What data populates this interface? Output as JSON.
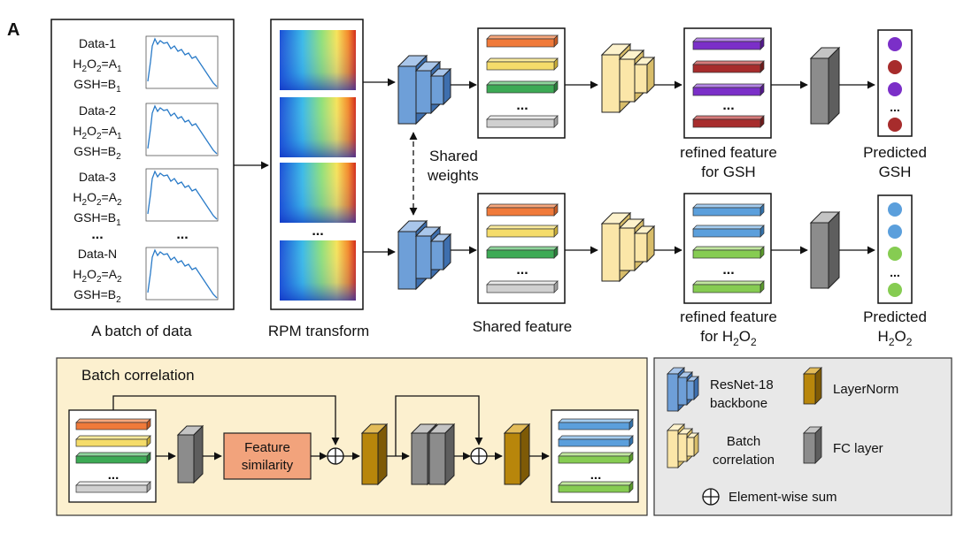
{
  "panel_label": "A",
  "data_items": [
    {
      "name": "Data-1",
      "h2o2_sub": "1",
      "gsh_sub": "1"
    },
    {
      "name": "Data-2",
      "h2o2_sub": "1",
      "gsh_sub": "2"
    },
    {
      "name": "Data-3",
      "h2o2_sub": "2",
      "gsh_sub": "1"
    },
    {
      "name": "Data-N",
      "h2o2_sub": "2",
      "gsh_sub": "2"
    }
  ],
  "data_ellipsis": "...",
  "labels": {
    "batch": "A batch of data",
    "rpm": "RPM transform",
    "shared_feature": "Shared feature",
    "shared_weights_1": "Shared",
    "shared_weights_2": "weights",
    "refined_gsh_1": "refined feature",
    "refined_gsh_2": "for GSH",
    "refined_h2o2_1": "refined feature",
    "refined_h2o2_2": "for H",
    "predicted": "Predicted",
    "gsh": "GSH",
    "h2o2": "H",
    "ellipsis": "..."
  },
  "batch_correlation": {
    "title": "Batch correlation",
    "feature_similarity_1": "Feature",
    "feature_similarity_2": "similarity"
  },
  "legend": {
    "resnet_1": "ResNet-18",
    "resnet_2": "backbone",
    "layernorm": "LayerNorm",
    "batch_corr_1": "Batch",
    "batch_corr_2": "correlation",
    "fc": "FC layer",
    "sum": "Element-wise sum"
  },
  "colors": {
    "resnet_blue": "#6e9fd8",
    "batch_corr_yellow": "#fbe6a8",
    "layernorm_gold": "#b8860b",
    "fc_gray": "#8c8c8c",
    "feature_similarity": "#f2a37c",
    "batch_panel_bg": "#fcf0cf",
    "legend_bg": "#e8e8e8",
    "bar_orange": "#f07a3a",
    "bar_yellow": "#f5dc6a",
    "bar_green": "#3daa55",
    "bar_gray": "#d0d0d0",
    "bar_purple": "#7b2fc8",
    "bar_darkred": "#a72c2c",
    "bar_blue": "#5b9fdc",
    "bar_lightgreen": "#86cc52",
    "dot_purple": "#7b2fc8",
    "dot_red": "#a72c2c",
    "dot_blue": "#5b9fdc",
    "dot_green": "#86cc52"
  }
}
